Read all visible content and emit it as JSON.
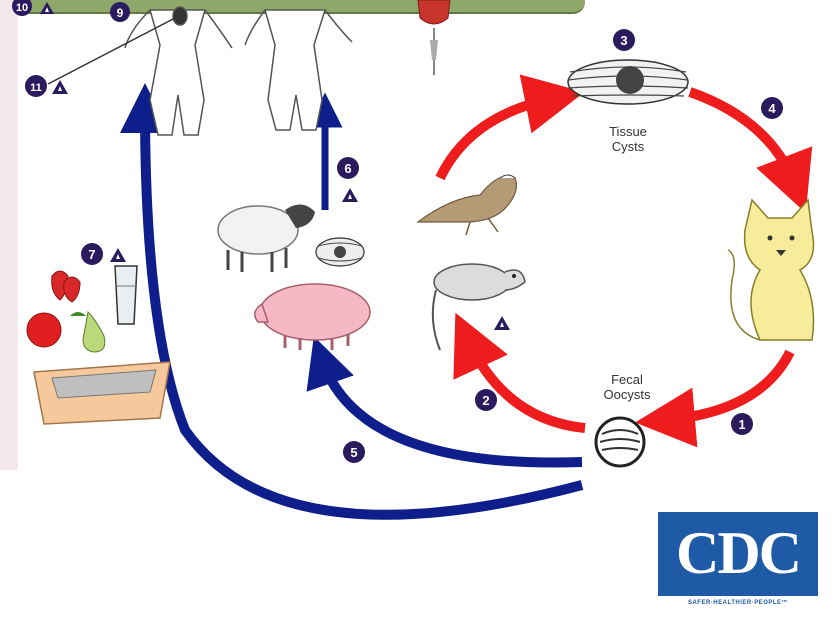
{
  "labels": {
    "tissue_cysts": "Tissue\nCysts",
    "fecal_oocysts": "Fecal\nOocysts"
  },
  "step_numbers": {
    "s1": "1",
    "s2": "2",
    "s3": "3",
    "s4": "4",
    "s5": "5",
    "s6": "6",
    "s7": "7",
    "s9": "9",
    "s10": "10",
    "s11": "11"
  },
  "logo": {
    "text": "CDC",
    "tagline": "SAFER·HEALTHIER·PEOPLE™"
  },
  "colors": {
    "red_arrow": "#ee1c1c",
    "blue_arrow": "#0e1f8c",
    "step_badge": "#2a1a5e",
    "logo_blue": "#1f5aa6"
  }
}
